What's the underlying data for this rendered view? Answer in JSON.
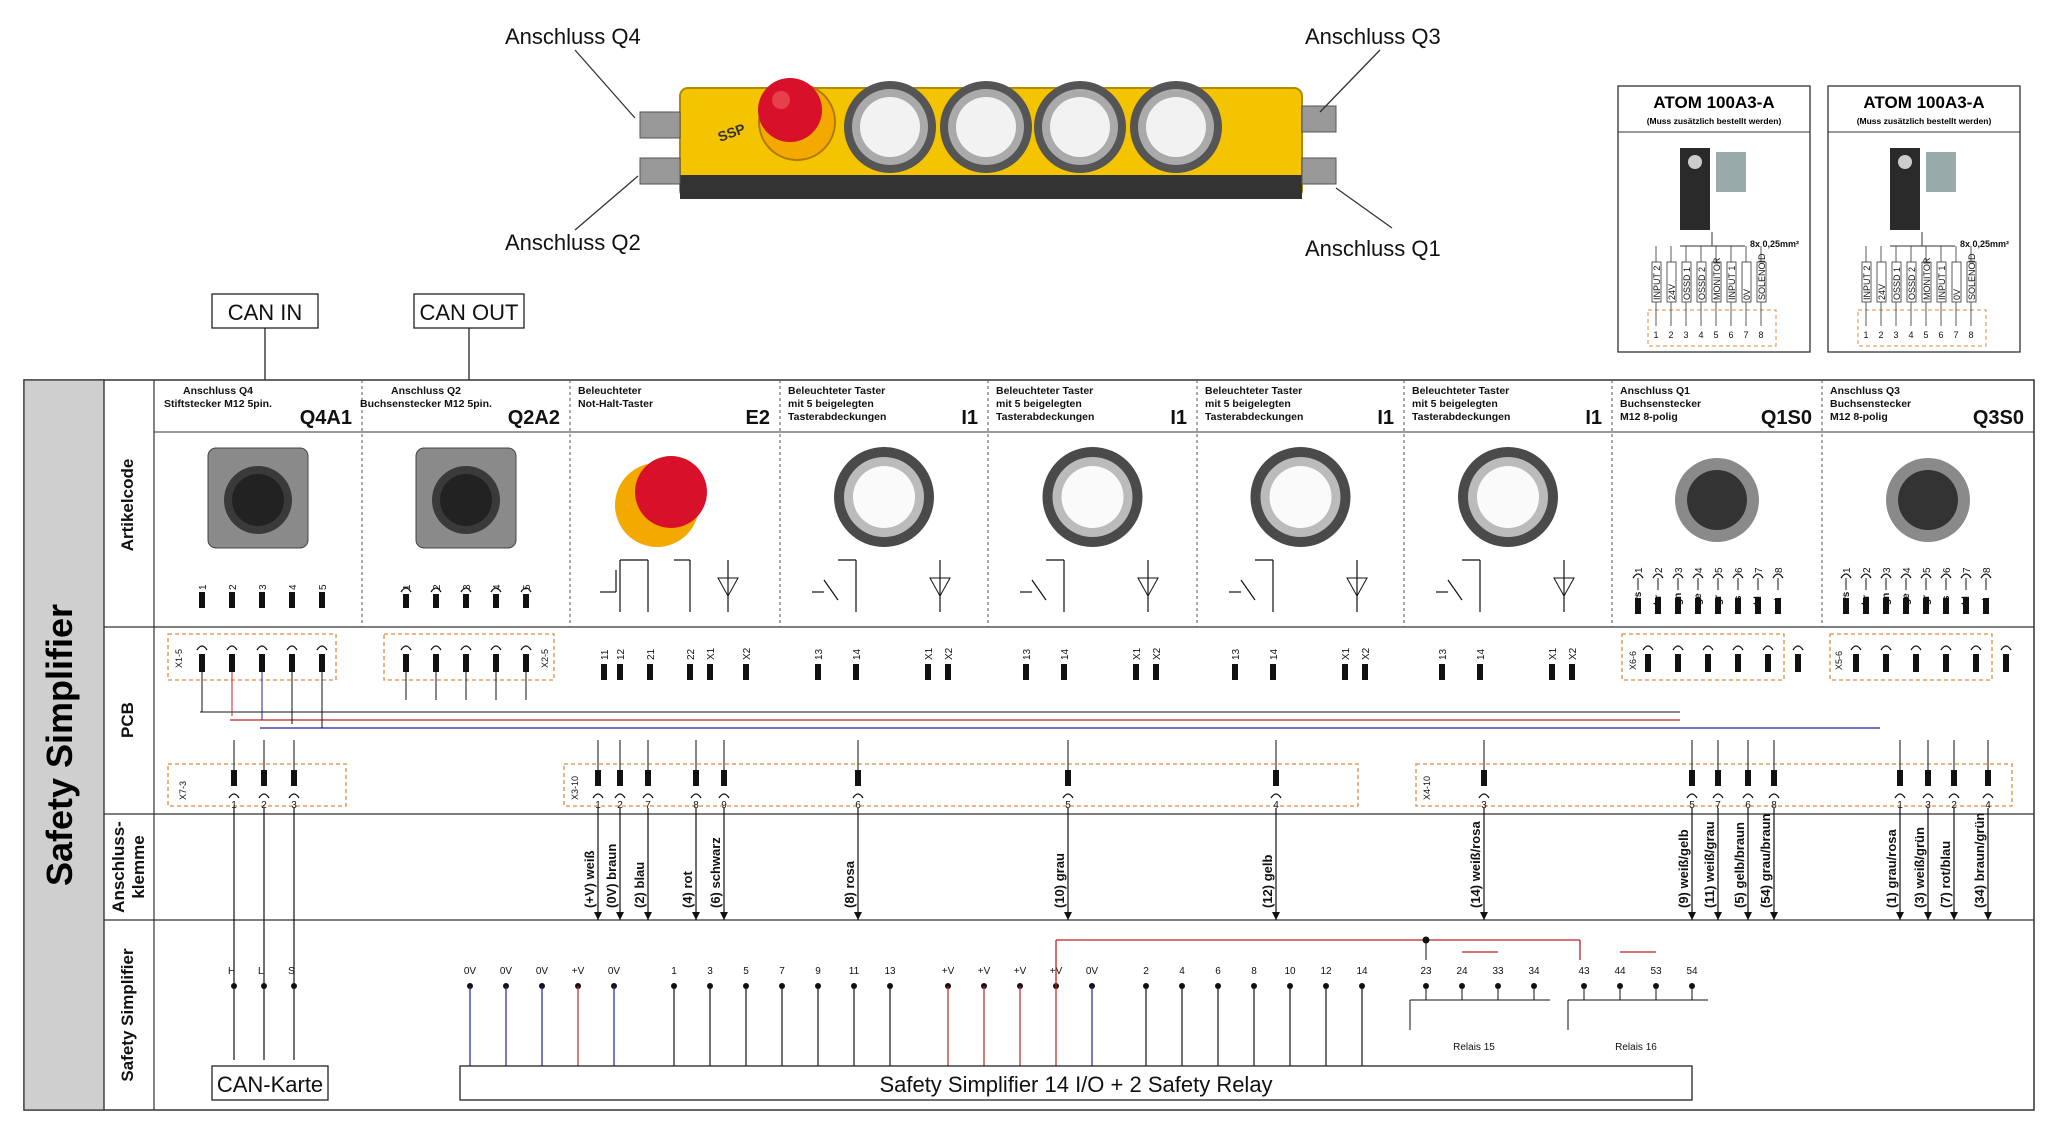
{
  "device": {
    "connectors": [
      "Anschluss Q4",
      "Anschluss Q3",
      "Anschluss Q2",
      "Anschluss Q1"
    ]
  },
  "can": {
    "in": "CAN IN",
    "out": "CAN OUT"
  },
  "atom": [
    {
      "title": "ATOM 100A3-A",
      "note": "(Muss zusätzlich bestellt werden)",
      "cable": "8x 0,25mm²",
      "pins": [
        "INPUT 2",
        "24V",
        "OSSD 1",
        "OSSD 2",
        "MONITOR",
        "INPUT 1",
        "0V",
        "SOLENOID"
      ],
      "nums": [
        "1",
        "2",
        "3",
        "4",
        "5",
        "6",
        "7",
        "8"
      ]
    },
    {
      "title": "ATOM 100A3-A",
      "note": "(Muss zusätzlich bestellt werden)",
      "cable": "8x 0,25mm²",
      "pins": [
        "INPUT 2",
        "24V",
        "OSSD 1",
        "OSSD 2",
        "MONITOR",
        "INPUT 1",
        "0V",
        "SOLENOID"
      ],
      "nums": [
        "1",
        "2",
        "3",
        "4",
        "5",
        "6",
        "7",
        "8"
      ]
    }
  ],
  "main_label": "Safety Simplifier",
  "rows": [
    "Artikelcode",
    "PCB",
    "Anschluss-\nklemme",
    "Safety Simplifier"
  ],
  "rows_split": {
    "r3a": "Anschluss-",
    "r3b": "klemme"
  },
  "columns": [
    {
      "h1": "Anschluss Q4",
      "h2": "Stiftstecker M12 5pin.",
      "h3": "",
      "code": "Q4A1"
    },
    {
      "h1": "Anschluss Q2",
      "h2": "Buchsenstecker M12 5pin.",
      "h3": "",
      "code": "Q2A2"
    },
    {
      "h1": "Beleuchteter",
      "h2": "Not-Halt-Taster",
      "h3": "",
      "code": "E2"
    },
    {
      "h1": "Beleuchteter Taster",
      "h2": "mit 5 beigelegten",
      "h3": "Tasterabdeckungen",
      "code": "I1"
    },
    {
      "h1": "Beleuchteter Taster",
      "h2": "mit 5 beigelegten",
      "h3": "Tasterabdeckungen",
      "code": "I1"
    },
    {
      "h1": "Beleuchteter Taster",
      "h2": "mit 5 beigelegten",
      "h3": "Tasterabdeckungen",
      "code": "I1"
    },
    {
      "h1": "Beleuchteter Taster",
      "h2": "mit 5 beigelegten",
      "h3": "Tasterabdeckungen",
      "code": "I1"
    },
    {
      "h1": "Anschluss Q1",
      "h2": "Buchsenstecker",
      "h3": "M12 8-polig",
      "code": "Q1S0"
    },
    {
      "h1": "Anschluss Q3",
      "h2": "Buchsenstecker",
      "h3": "M12 8-polig",
      "code": "Q3S0"
    }
  ],
  "pcb_labels": {
    "x15": "X1-5",
    "x25": "X2-5",
    "x73": "X7-3",
    "x310": "X3-10",
    "x410": "X4-10",
    "x66": "X6-6",
    "x56": "X5-6"
  },
  "e2_pins": [
    "11",
    "12",
    "21",
    "22",
    "X1",
    "X2"
  ],
  "i1_pins": [
    "13",
    "14",
    "X1",
    "X2"
  ],
  "m8_colors": [
    "ws",
    "br",
    "gn",
    "ge",
    "gr",
    "rs",
    "bl",
    "rt"
  ],
  "wires": [
    {
      "label": "(+V) weiß"
    },
    {
      "label": "(0V) braun"
    },
    {
      "label": "(2) blau"
    },
    {
      "label": "(4) rot"
    },
    {
      "label": "(6) schwarz"
    },
    {
      "label": "(8) rosa"
    },
    {
      "label": "(10) grau"
    },
    {
      "label": "(12) gelb"
    },
    {
      "label": "(14) weiß/rosa"
    },
    {
      "label": "(9) weiß/gelb"
    },
    {
      "label": "(11) weiß/grau"
    },
    {
      "label": "(5) gelb/braun"
    },
    {
      "label": "(54) grau/braun"
    },
    {
      "label": "(1)  grau/rosa"
    },
    {
      "label": "(3) weiß/grün"
    },
    {
      "label": "(7) rot/blau"
    },
    {
      "label": "(34) braun/grün"
    }
  ],
  "can_terms": [
    "H",
    "L",
    "S"
  ],
  "ss_terms_a": [
    "0V",
    "0V",
    "0V",
    "+V",
    "0V",
    "1",
    "3",
    "5",
    "7",
    "9",
    "11",
    "13"
  ],
  "ss_terms_b": [
    "+V",
    "+V",
    "+V",
    "+V",
    "0V",
    "2",
    "4",
    "6",
    "8",
    "10",
    "12",
    "14"
  ],
  "relay_terms": [
    "23",
    "24",
    "33",
    "34",
    "43",
    "44",
    "53",
    "54"
  ],
  "relays": [
    "Relais 15",
    "Relais 16"
  ],
  "can_card": "CAN-Karte",
  "ss_box": "Safety Simplifier 14 I/O + 2 Safety Relay"
}
